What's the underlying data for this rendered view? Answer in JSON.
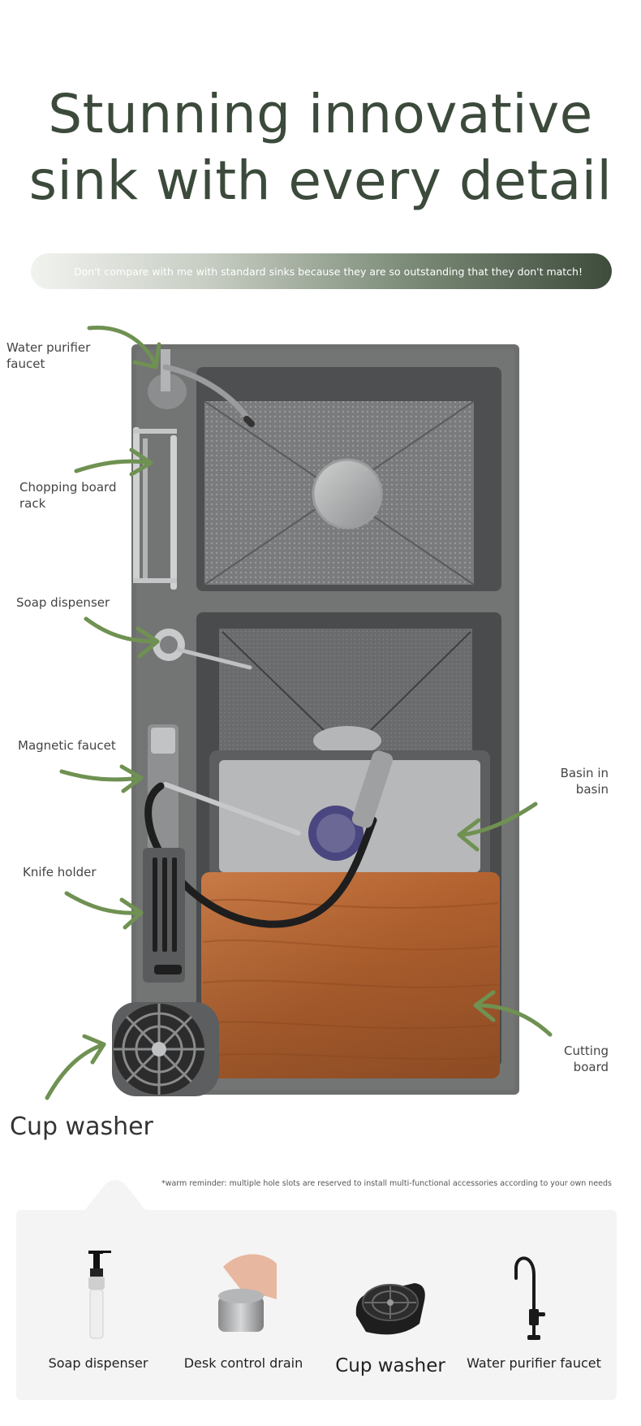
{
  "headline": {
    "line1": "Stunning innovative",
    "line2": "sink with every detail"
  },
  "subtitle": "Don't compare with me with standard sinks because they are so outstanding that they don't match!",
  "callouts": {
    "water_purifier": {
      "line1": "Water purifier",
      "line2": "faucet"
    },
    "chopping_rack": {
      "line1": "Chopping board",
      "line2": "rack"
    },
    "soap_dispenser": "Soap dispenser",
    "magnetic_faucet": "Magnetic faucet",
    "knife_holder": "Knife holder",
    "basin_in_basin": {
      "line1": "Basin in",
      "line2": "basin"
    },
    "cutting_board": {
      "line1": "Cutting",
      "line2": "board"
    },
    "cup_washer": "Cup washer"
  },
  "reminder": "*warm reminder: multiple hole slots are reserved to install multi-functional accessories according to your own needs",
  "accessories": [
    {
      "name": "Soap dispenser",
      "icon": "soap-bottle-icon"
    },
    {
      "name": "Desk control drain",
      "icon": "drain-button-icon"
    },
    {
      "name": "Cup washer",
      "icon": "cup-washer-icon"
    },
    {
      "name": "Water purifier faucet",
      "icon": "gooseneck-faucet-icon"
    }
  ],
  "colors": {
    "title": "#3b4a3b",
    "arrow_green": "#6f9152",
    "sink_body": "#6d6e6e",
    "wood": "#b8683a"
  }
}
